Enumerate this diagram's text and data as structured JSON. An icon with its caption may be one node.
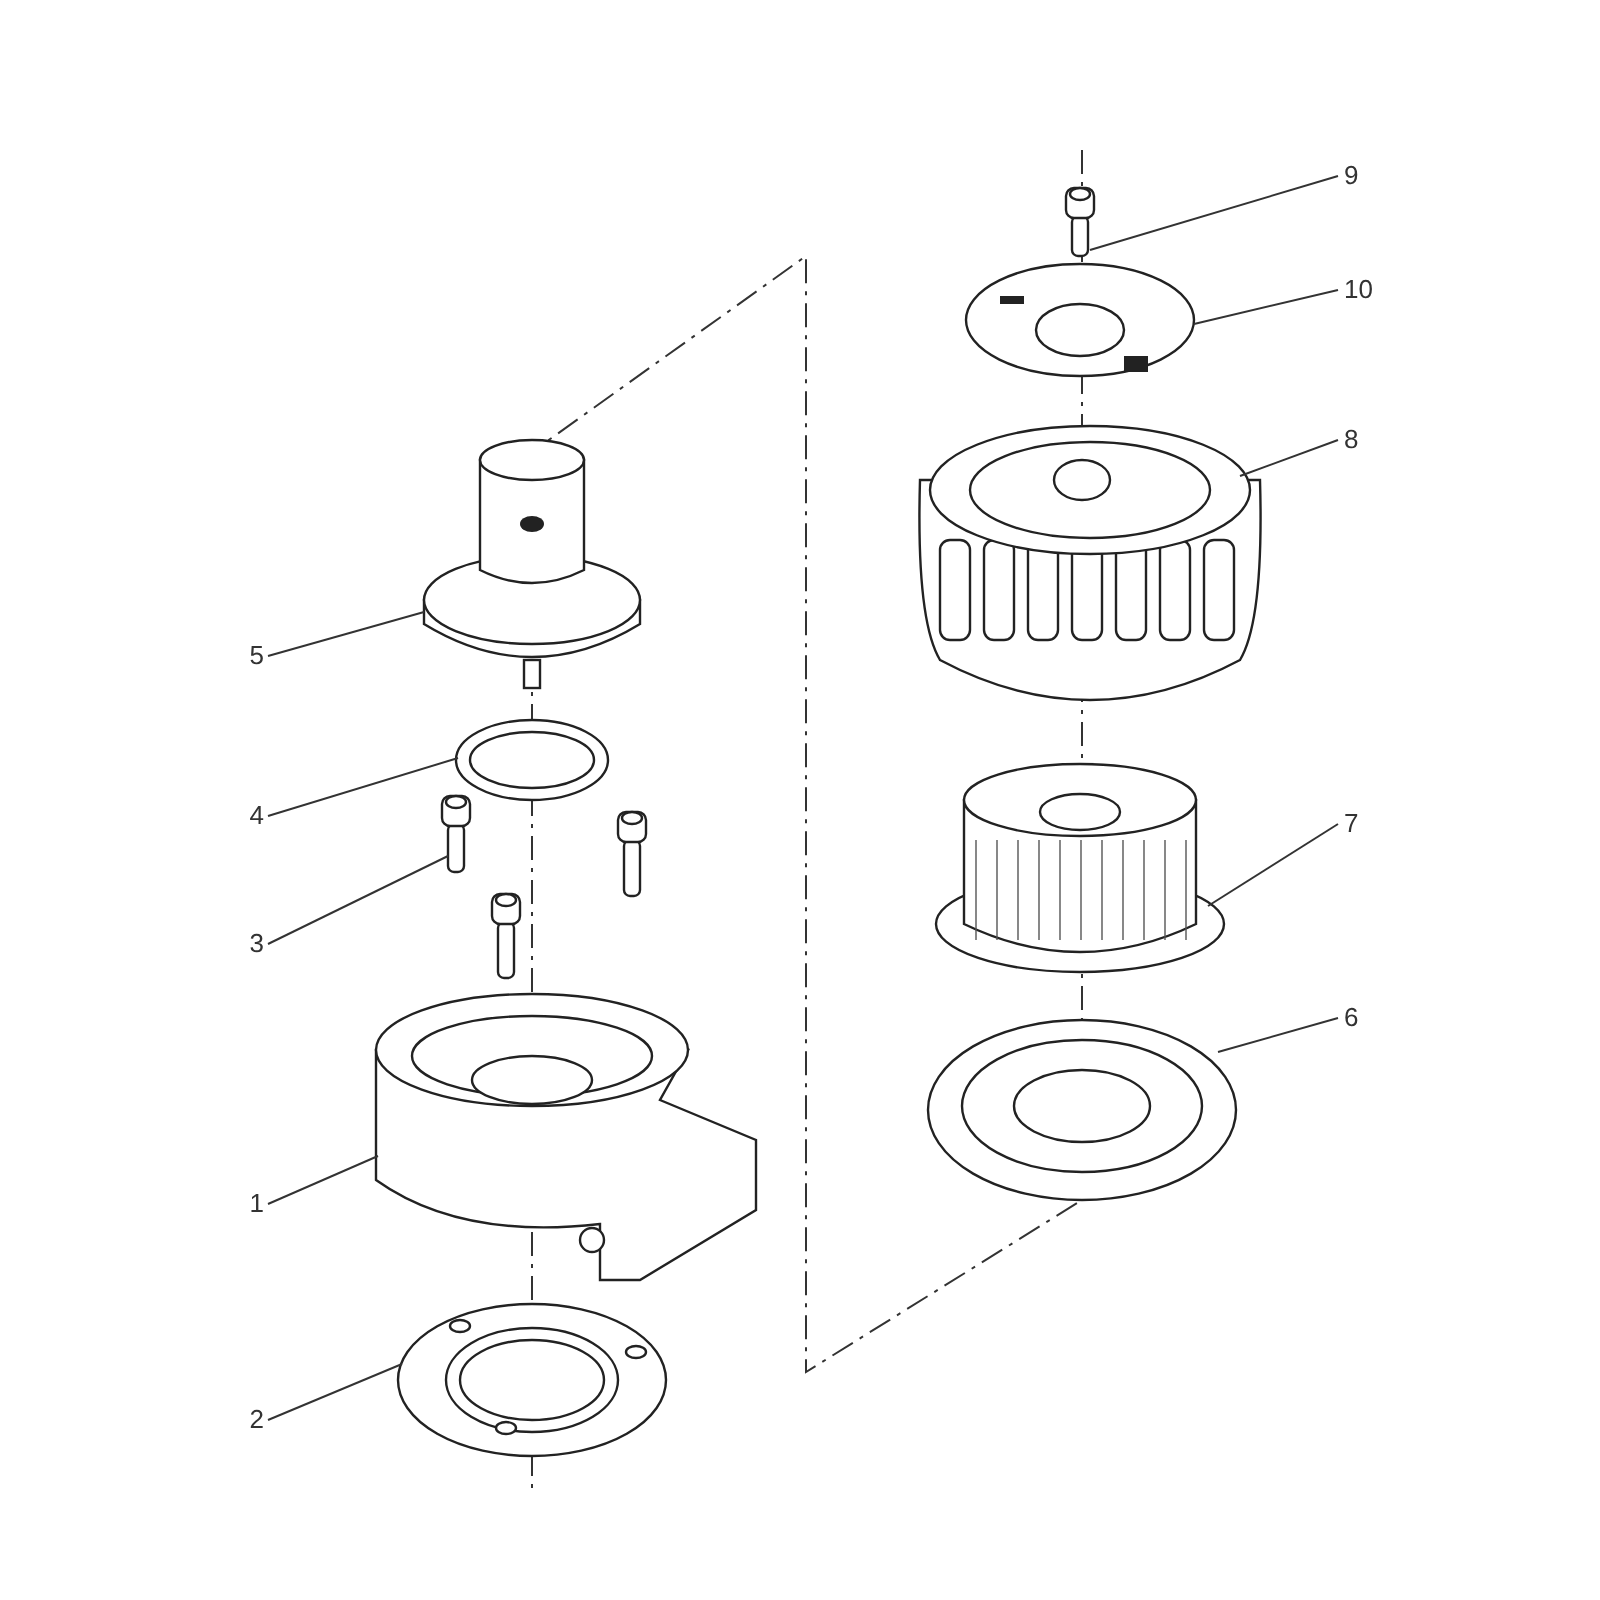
{
  "diagram": {
    "nodes": [
      {
        "text": [
          "9"
        ]
      },
      {
        "text": [
          "10"
        ]
      },
      {
        "text": [
          "8"
        ]
      },
      {
        "text": [
          "5"
        ]
      },
      {
        "text": [
          "4"
        ]
      },
      {
        "text": [
          "7"
        ]
      },
      {
        "text": [
          "3"
        ]
      },
      {
        "text": [
          "6"
        ]
      },
      {
        "text": [
          "1"
        ]
      },
      {
        "text": [
          "2"
        ]
      },
      {
        "text": [],
        "shape": "picture"
      },
      {
        "text": [],
        "shape": "picture"
      },
      {
        "text": [],
        "shape": "picture"
      },
      {
        "text": [],
        "shape": "picture"
      },
      {
        "text": [],
        "shape": "picture"
      },
      {
        "text": [],
        "shape": "picture"
      },
      {
        "text": [],
        "shape": "picture"
      },
      {
        "text": [],
        "shape": "picture"
      },
      {
        "text": [],
        "shape": "picture"
      },
      {
        "text": [],
        "shape": "picture"
      }
    ],
    "edges": [
      {
        "from": 0,
        "to": 10,
        "arrow": "none"
      },
      {
        "from": 1,
        "to": 11,
        "arrow": "none"
      },
      {
        "from": 2,
        "to": 12,
        "arrow": "none"
      },
      {
        "from": 3,
        "to": 13,
        "arrow": "none"
      },
      {
        "from": 4,
        "to": 14,
        "arrow": "none"
      },
      {
        "from": 5,
        "to": 15,
        "arrow": "none"
      },
      {
        "from": 6,
        "to": 16,
        "arrow": "none"
      },
      {
        "from": 7,
        "to": 17,
        "arrow": "none"
      },
      {
        "from": 8,
        "to": 18,
        "arrow": "none"
      },
      {
        "from": 9,
        "to": 19,
        "arrow": "none"
      }
    ]
  }
}
